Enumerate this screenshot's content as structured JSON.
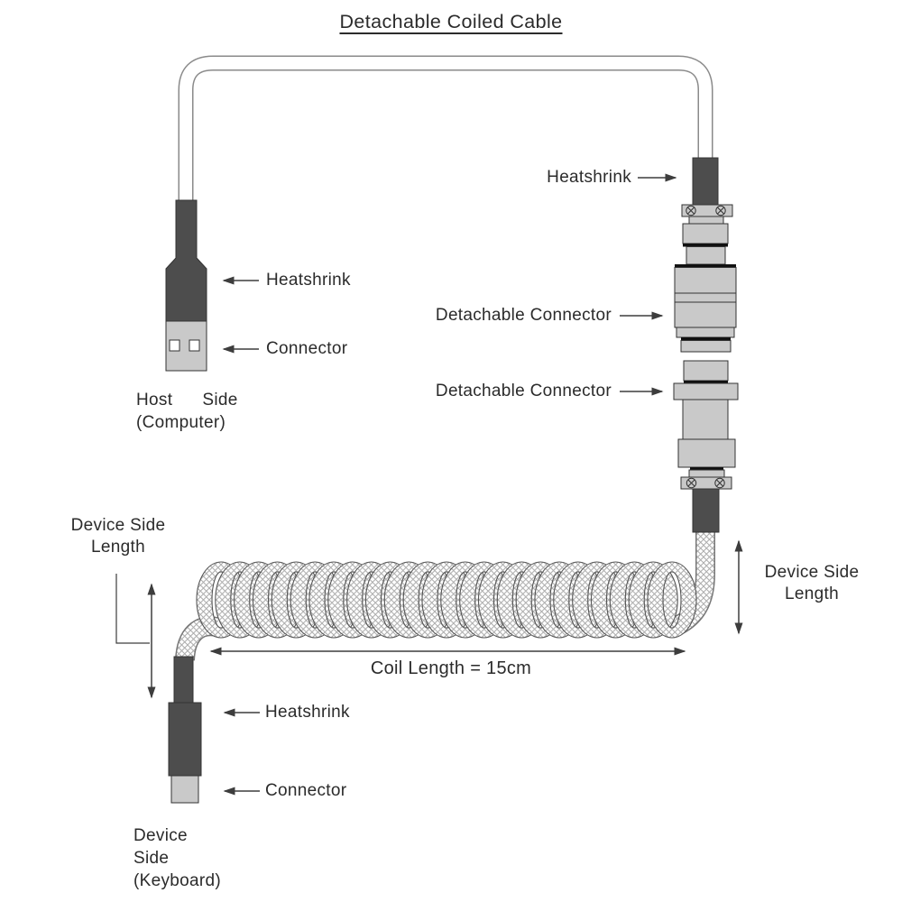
{
  "title": "Detachable Coiled Cable",
  "host_side": {
    "heatshrink_label": "Heatshrink",
    "connector_label": "Connector",
    "caption_line1": "Host Side",
    "caption_line2": "(Computer)"
  },
  "detachable_section": {
    "heatshrink_label": "Heatshrink",
    "top_connector_label": "Detachable Connector",
    "bottom_connector_label": "Detachable Connector"
  },
  "coil_section": {
    "coil_length_label": "Coil Length = 15cm",
    "device_side_length_left": {
      "line1": "Device Side",
      "line2": "Length"
    },
    "device_side_length_right": {
      "line1": "Device Side",
      "line2": "Length"
    }
  },
  "device_side": {
    "heatshrink_label": "Heatshrink",
    "connector_label": "Connector",
    "caption_line1": "Device",
    "caption_line2": "Side",
    "caption_line3": "(Keyboard)"
  },
  "icons": {
    "label_pointer": "arrow",
    "dimension": "double-headed-arrow",
    "screw": "circled-x-screw"
  },
  "colors": {
    "heatshrink": "#4d4d4d",
    "connector_metal": "#c9c9c9",
    "outline": "#333333",
    "cable_outline": "#8a8a8a",
    "braid_hatch": "#adadad",
    "text": "#2b2b2b",
    "arrow": "#3d3d3d",
    "background": "#ffffff"
  }
}
